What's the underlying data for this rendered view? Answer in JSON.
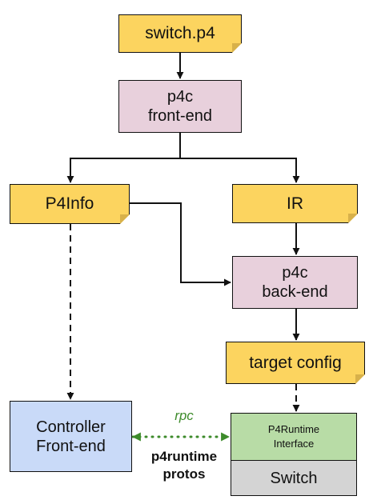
{
  "nodes": {
    "switch_p4": "switch.p4",
    "p4c_front": "p4c\nfront-end",
    "p4info": "P4Info",
    "ir": "IR",
    "p4c_back": "p4c\nback-end",
    "target_config": "target config",
    "controller": "Controller\nFront-end",
    "p4runtime_interface": "P4Runtime\nInterface",
    "switch": "Switch"
  },
  "labels": {
    "rpc": "rpc",
    "protos": "p4runtime\nprotos"
  },
  "colors": {
    "file": "#fcd45f",
    "process": "#e8d0dc",
    "controller": "#c9daf8",
    "interface": "#b8dca6",
    "switch": "#d4d4d4",
    "rpc": "#3d8b2b"
  }
}
